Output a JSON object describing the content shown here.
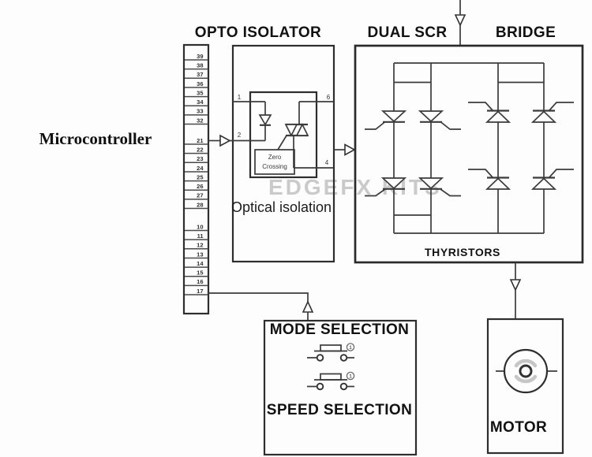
{
  "titles": {
    "microcontroller": "Microcontroller",
    "opto_isolator": "OPTO ISOLATOR",
    "dual_scr": "DUAL SCR",
    "bridge": "BRIDGE",
    "thyristors": "THYRISTORS",
    "optical_isolation": "Optical isolation",
    "mode_selection": "MODE SELECTION",
    "speed_selection": "SPEED SELECTION",
    "motor": "MOTOR"
  },
  "watermark": {
    "text": "EDGEFX KITS"
  },
  "mc": {
    "pin_groups": [
      {
        "pins": [
          "39",
          "38",
          "37",
          "36",
          "35",
          "34",
          "33",
          "32"
        ]
      },
      {
        "pins": [
          "21",
          "22",
          "23",
          "24",
          "25",
          "26",
          "27",
          "28"
        ]
      },
      {
        "pins": [
          "10",
          "11",
          "12",
          "13",
          "14",
          "15",
          "16",
          "17"
        ]
      }
    ]
  },
  "opto": {
    "pins": {
      "one": "1",
      "two": "2",
      "six": "6",
      "four": "4"
    },
    "zero_crossing": {
      "line1": "Zero",
      "line2": "Crossing"
    }
  },
  "mode_box": {
    "badge_label": "1"
  },
  "colors": {
    "line": "#3b3b3b",
    "box_border": "#2e2e2e",
    "watermark_gray": "#7d7d7d",
    "motor_arc_gray": "#c6c6c6",
    "background": "#fdfdfd"
  }
}
